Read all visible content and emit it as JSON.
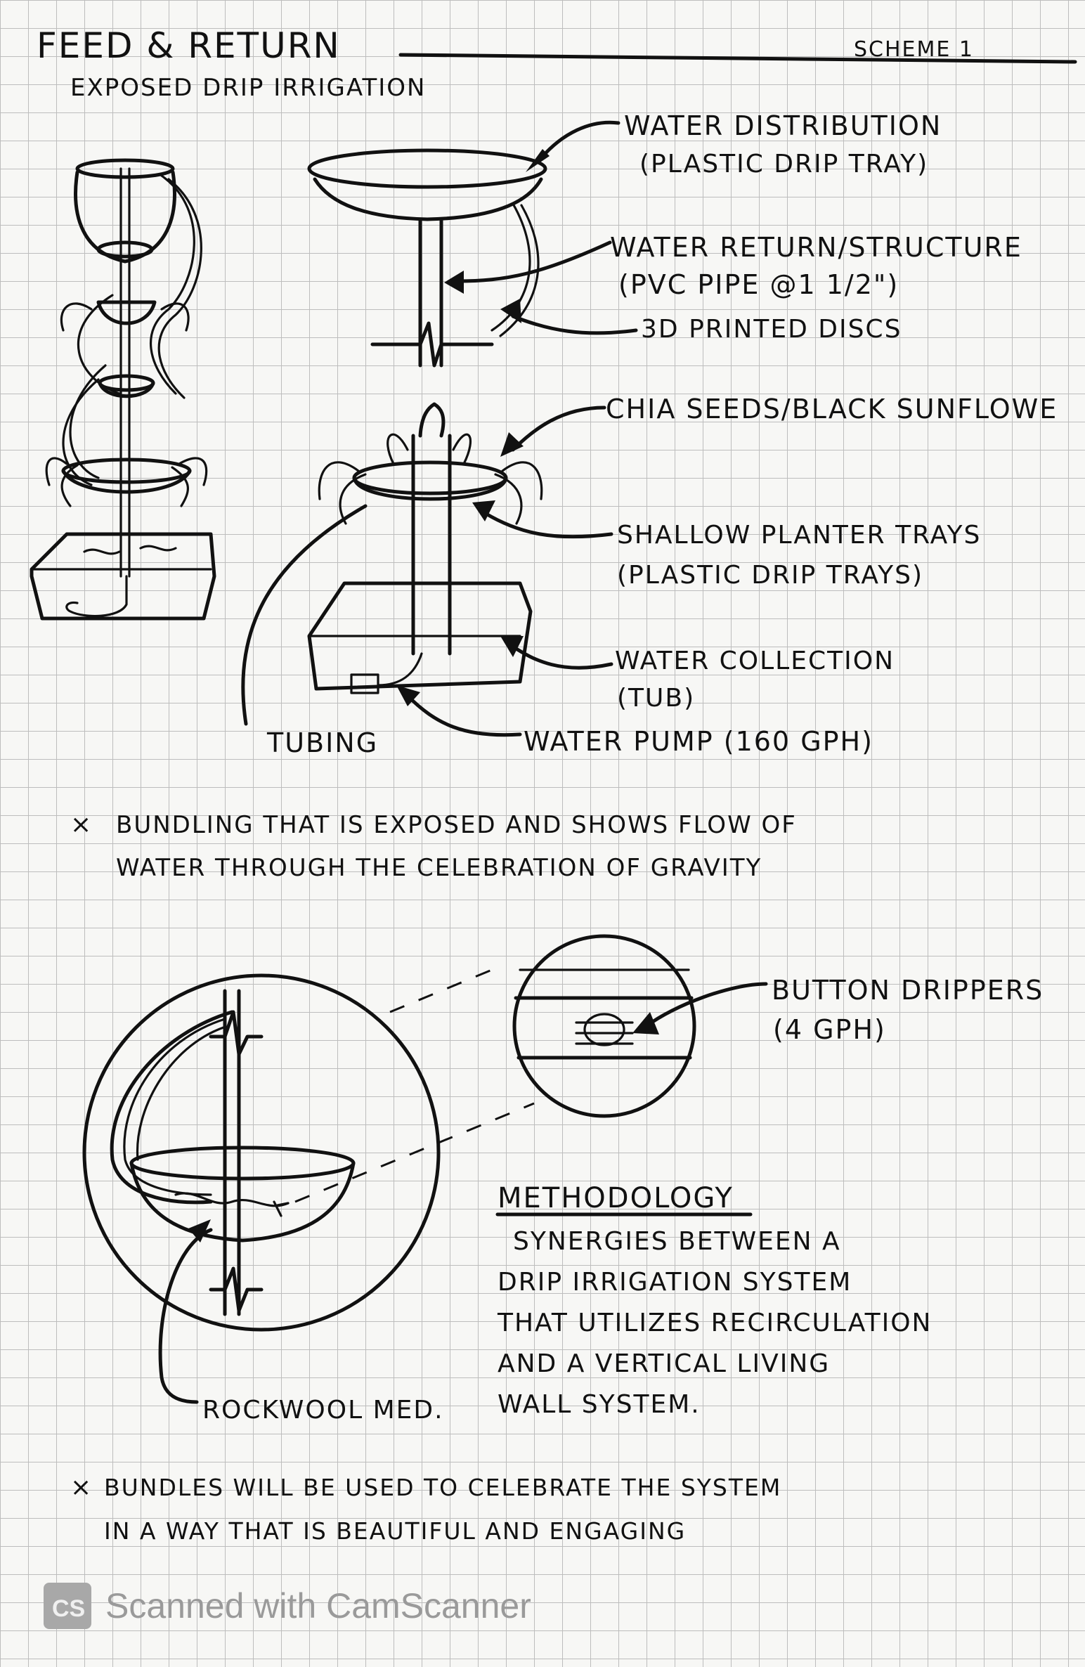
{
  "header": {
    "title": "FEED & RETURN",
    "subtitle": "EXPOSED DRIP IRRIGATION",
    "scheme": "SCHEME 1"
  },
  "labels": {
    "water_distribution": "WATER DISTRIBUTION",
    "water_distribution_sub": "(PLASTIC DRIP TRAY)",
    "water_return": "WATER RETURN/STRUCTURE",
    "water_return_sub": "(PVC PIPE @1 1/2\")",
    "discs": "3D PRINTED DISCS",
    "chia": "CHIA SEEDS/BLACK SUNFLOWE",
    "planter": "SHALLOW PLANTER TRAYS",
    "planter_sub": "(PLASTIC DRIP TRAYS)",
    "collection": "WATER COLLECTION",
    "collection_sub": "(TUB)",
    "tubing": "TUBING",
    "pump": "WATER PUMP (160 GPH)",
    "drippers": "BUTTON DRIPPERS",
    "drippers_sub": "(4 GPH)",
    "rockwool": "ROCKWOOL MED."
  },
  "notes": {
    "note1_line1": "BUNDLING THAT IS EXPOSED AND SHOWS FLOW OF",
    "note1_line2": "WATER THROUGH THE CELEBRATION OF GRAVITY",
    "bullet": "×",
    "methodology_title": "METHODOLOGY",
    "methodology_lines": [
      "SYNERGIES BETWEEN A",
      "DRIP IRRIGATION SYSTEM",
      "THAT UTILIZES RECIRCULATION",
      "AND A VERTICAL LIVING",
      "WALL SYSTEM."
    ],
    "note2_line1": "BUNDLES WILL BE USED TO CELEBRATE THE SYSTEM",
    "note2_line2": "IN A WAY THAT IS BEAUTIFUL AND ENGAGING"
  },
  "watermark": {
    "logo_text": "CS",
    "text": "Scanned with CamScanner"
  },
  "icons": [
    "camscanner-logo-icon"
  ]
}
